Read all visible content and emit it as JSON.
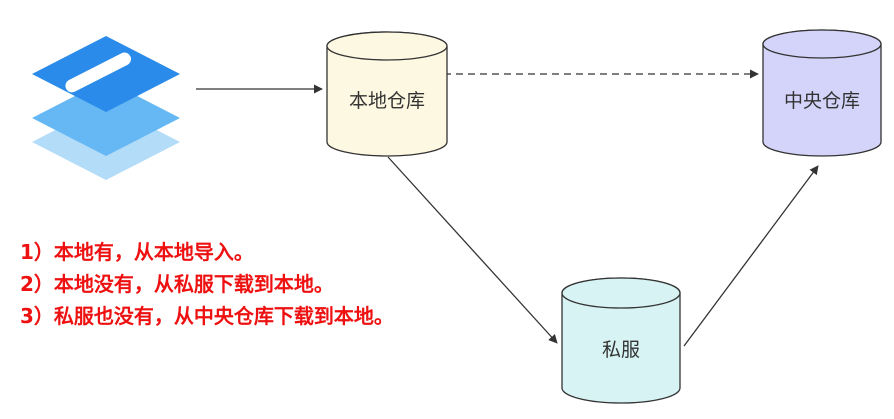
{
  "nodes": {
    "local_repo": {
      "label": "本地仓库",
      "fill": "#fdf8e2"
    },
    "central_repo": {
      "label": "中央仓库",
      "fill": "#d4d4fa"
    },
    "private_repo": {
      "label": "私服",
      "fill": "#d7f3f3"
    }
  },
  "logo": {
    "icon": "layers-stack-icon",
    "colors": [
      "#2a8bea",
      "#66b8f4",
      "#b3dcf9"
    ]
  },
  "notes": {
    "color": "#ee1111",
    "items": [
      "1）本地有，从本地导入。",
      "2）本地没有，从私服下载到本地。",
      "3）私服也没有，从中央仓库下载到本地。"
    ]
  }
}
